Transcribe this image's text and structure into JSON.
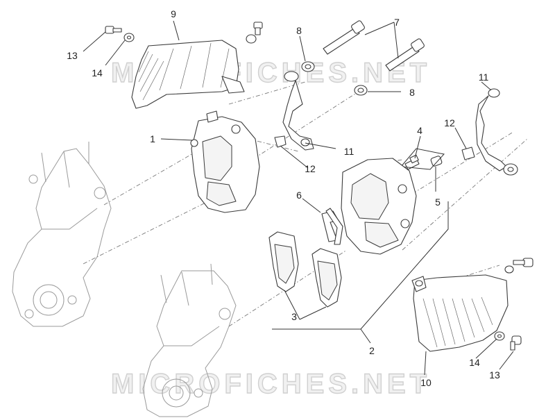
{
  "watermark": "MICROFICHES.NET",
  "callouts": {
    "n1": "1",
    "n2": "2",
    "n3": "3",
    "n4": "4",
    "n5": "5",
    "n6": "6",
    "n7": "7",
    "n8a": "8",
    "n8b": "8",
    "n9": "9",
    "n10": "10",
    "n11a": "11",
    "n11b": "11",
    "n12a": "12",
    "n12b": "12",
    "n13a": "13",
    "n13b": "13",
    "n14a": "14",
    "n14b": "14"
  }
}
